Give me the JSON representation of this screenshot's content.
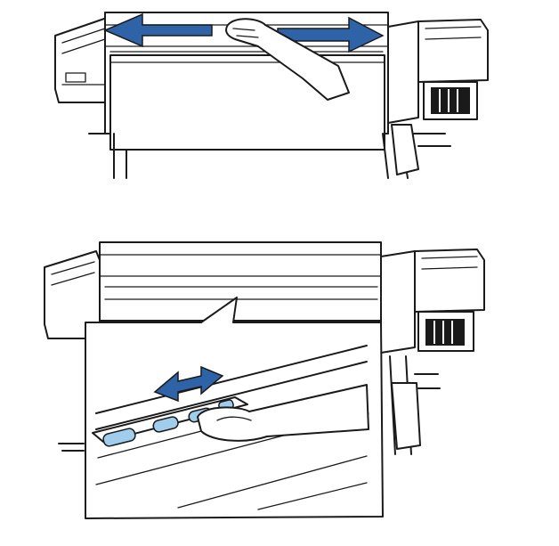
{
  "figure": {
    "steps": [
      {
        "id": "step-1"
      },
      {
        "id": "step-2"
      }
    ],
    "colors": {
      "line": "#1a1a1a",
      "arrow_fill": "#2f63a8",
      "highlight_fill": "#9fcdeb",
      "background": "#ffffff"
    },
    "icons": [
      "printer-illustration",
      "double-arrow-icon",
      "hand-icon",
      "callout-magnifier",
      "media-holding-plate"
    ]
  }
}
